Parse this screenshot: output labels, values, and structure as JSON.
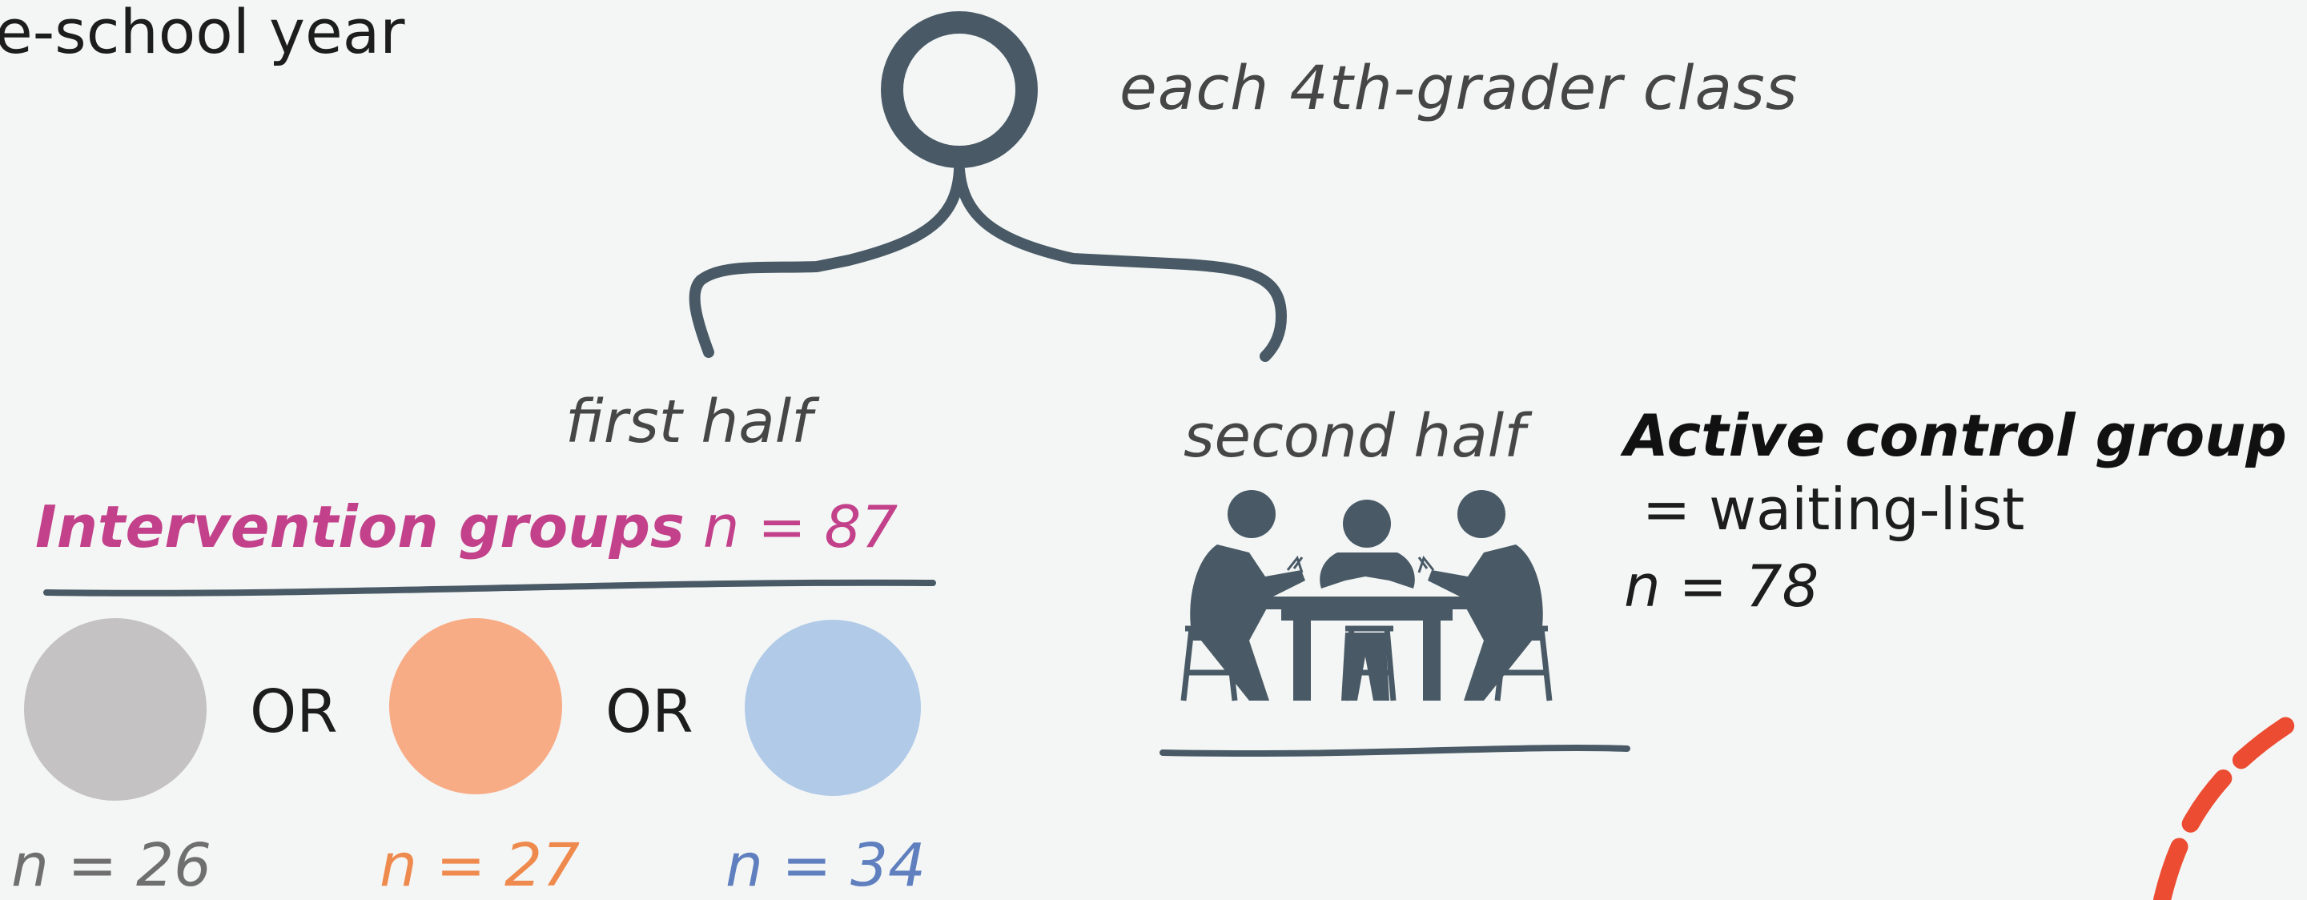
{
  "header": {
    "top_left_fragment": "e-school year",
    "class_label": "each 4th-grader class"
  },
  "split": {
    "first_half": "first half",
    "second_half": "second half"
  },
  "intervention": {
    "title": "Intervention groups",
    "n_label": "n = 87",
    "or_1": "OR",
    "or_2": "OR",
    "groups": [
      {
        "n_label": "n = 26",
        "color": "#c4c2c2",
        "n_color": "#6f6f6f"
      },
      {
        "n_label": "n = 27",
        "color": "#f7ac86",
        "n_color": "#ef8a4e"
      },
      {
        "n_label": "n = 34",
        "color": "#b0cae8",
        "n_color": "#5f7fbf"
      }
    ]
  },
  "control": {
    "title": "Active control group",
    "line2": " = waiting-list",
    "n_label": "n = 78",
    "icon": "people-playing-cards-icon"
  },
  "colors": {
    "intervention_accent": "#c2418a",
    "diagram_dark": "#495a66",
    "arrow_red": "#ec4c32",
    "background": "#f4f6f5"
  }
}
